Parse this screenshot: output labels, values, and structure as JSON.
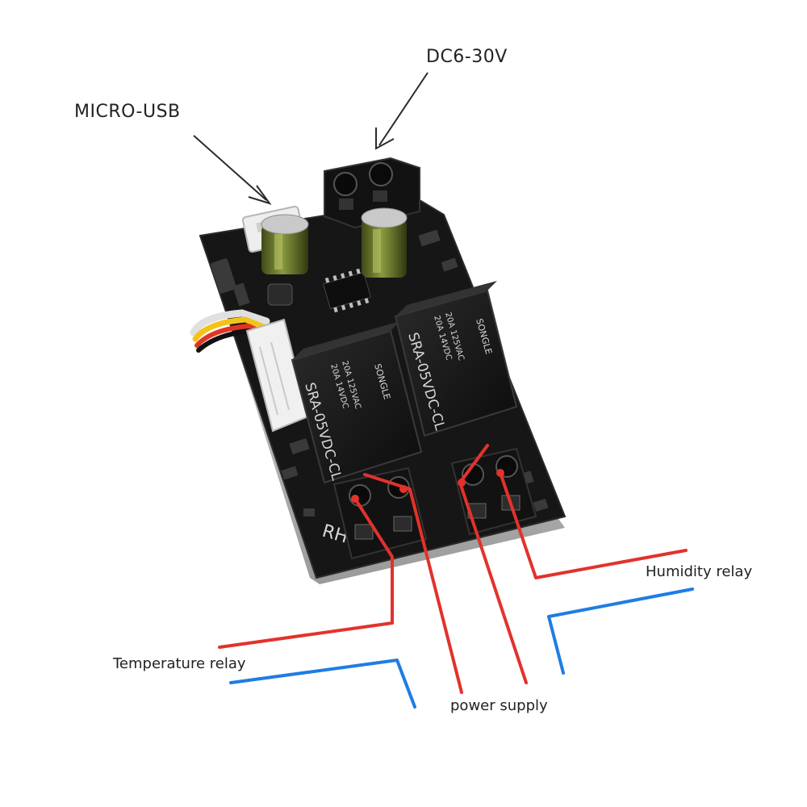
{
  "labels": {
    "micro_usb": "MICRO-USB",
    "dc_input": "DC6-30V",
    "temperature_relay": "Temperature relay",
    "humidity_relay": "Humidity relay",
    "power_supply": "power supply"
  },
  "board": {
    "relay_model": "SRA-05VDC-CL",
    "relay_brand": "SONGLE",
    "relay_rating_1": "20A 14VDC",
    "relay_rating_2": "20A 125VAC",
    "silk_rh": "RH"
  },
  "colors": {
    "pcb": "#141414",
    "wire_red": "#e2322b",
    "wire_blue": "#1f7de3",
    "arrow": "#2a2a2a",
    "capacitor": "#5f6b2a"
  }
}
